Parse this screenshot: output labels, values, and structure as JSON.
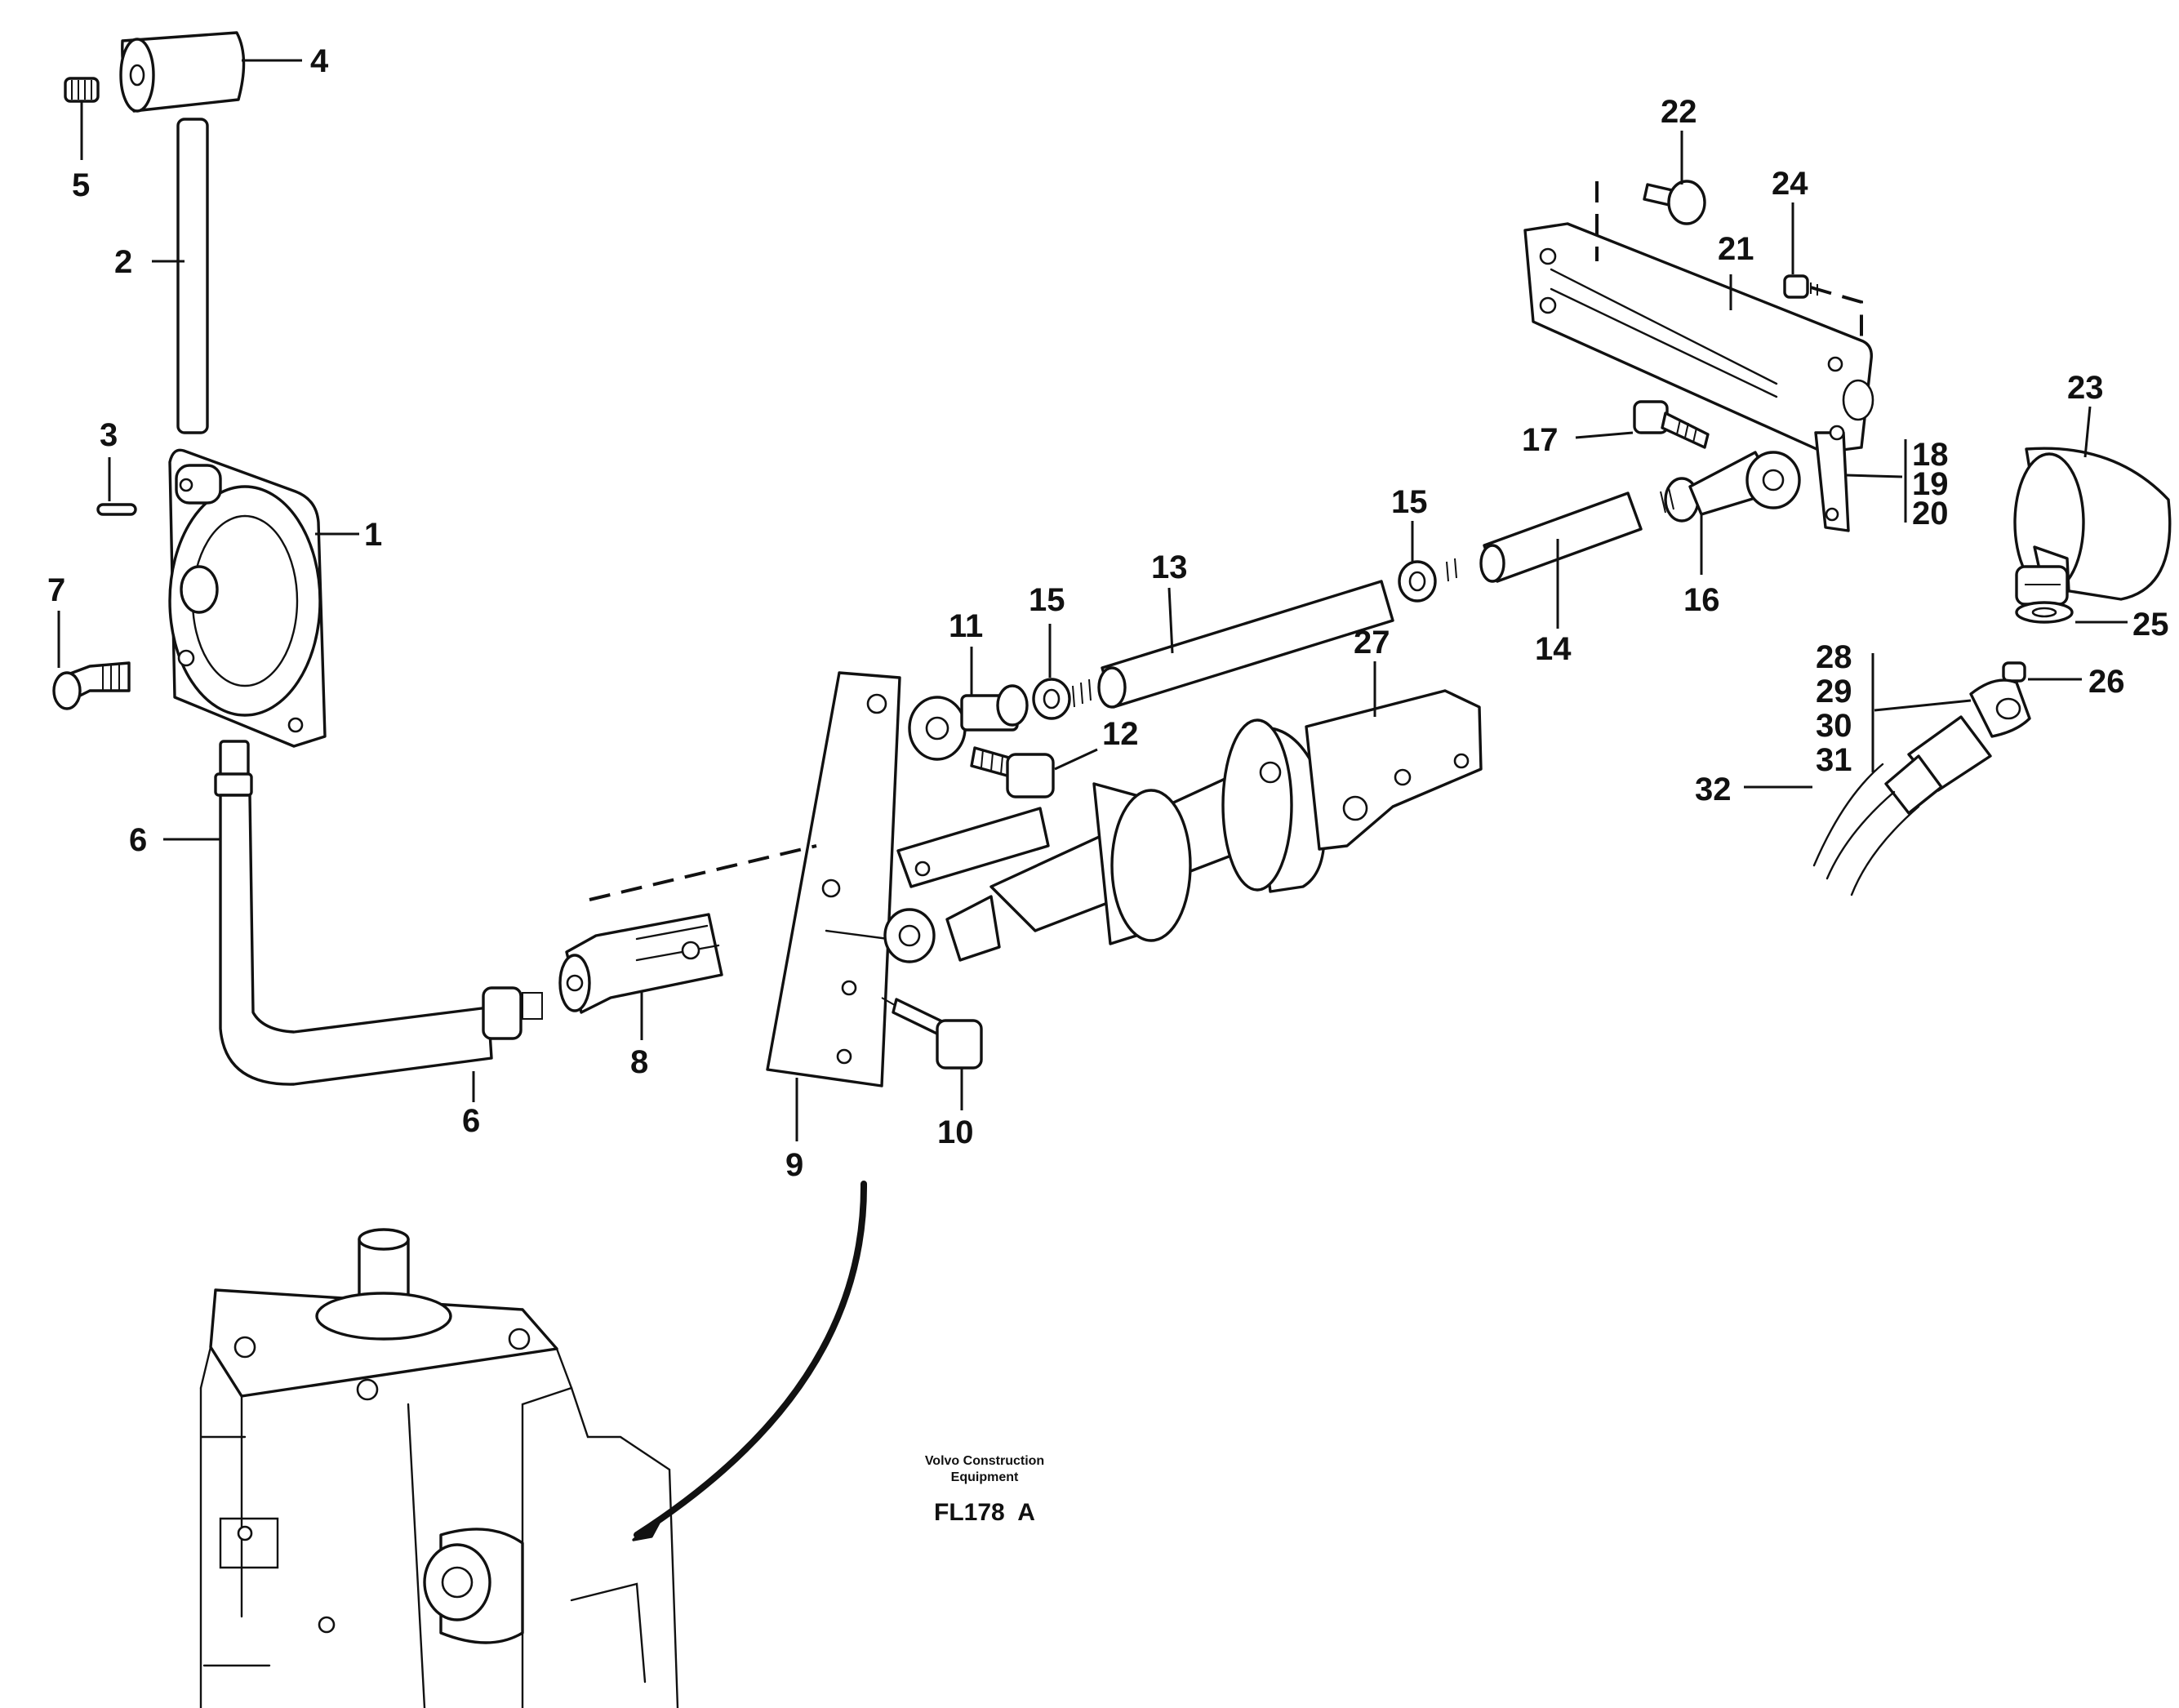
{
  "callouts": {
    "c1": "1",
    "c2": "2",
    "c3": "3",
    "c4": "4",
    "c5": "5",
    "c6a": "6",
    "c6b": "6",
    "c7": "7",
    "c8": "8",
    "c9": "9",
    "c10": "10",
    "c11": "11",
    "c12": "12",
    "c13": "13",
    "c14": "14",
    "c15a": "15",
    "c15b": "15",
    "c16": "16",
    "c17": "17",
    "c18": "18",
    "c19": "19",
    "c20": "20",
    "c21": "21",
    "c22": "22",
    "c23": "23",
    "c24": "24",
    "c25": "25",
    "c26": "26",
    "c27": "27",
    "c28": "28",
    "c29": "29",
    "c30": "30",
    "c31": "31",
    "c32": "32"
  },
  "footer": {
    "company_line1": "Volvo Construction",
    "company_line2": "Equipment",
    "figure_code": "FL178  A"
  }
}
